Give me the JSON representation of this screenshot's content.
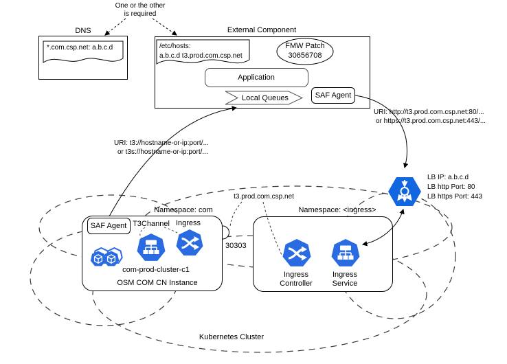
{
  "top_note": {
    "line1": "One or the other",
    "line2": "is required"
  },
  "dns": {
    "title": "DNS",
    "record": "*.com.csp.net: a.b.c.d"
  },
  "external": {
    "title": "External Component",
    "hosts_line1": "/etc/hosts:",
    "hosts_line2": "a.b.c.d t3.prod.com.csp.net",
    "patch_line1": "FMW Patch",
    "patch_line2": "30656708",
    "application": "Application",
    "local_queues": "Local Queues",
    "saf_agent": "SAF Agent"
  },
  "uris": {
    "t3_line1": "URI: t3://hostname-or-ip:port/...",
    "t3_line2": "or t3s://hostname-or-ip:port/...",
    "http_line1": "URI: http://t3.prod.com.csp.net:80/...",
    "http_line2": "or https://t3.prod.com.csp.net:443/..."
  },
  "load_balancer": {
    "line1": "LB IP: a.b.c.d",
    "line2": "LB http Port: 80",
    "line3": "LB https Port: 443",
    "icon": "load-balancer-icon"
  },
  "com_namespace": {
    "title": "Namespace: com",
    "saf_agent": "SAF Agent",
    "t3channel": "T3Channel",
    "ingress": "Ingress",
    "cluster_name": "com-prod-cluster-c1",
    "instance_name": "OSM COM CN Instance",
    "node_port": "30303",
    "dns_name": "t3.prod.com.csp.net",
    "icons": [
      "k8s-service-icon",
      "k8s-ingress-icon",
      "k8s-pod-icon",
      "k8s-pod-icon"
    ]
  },
  "ingress_namespace": {
    "title": "Namespace: <ingress>",
    "controller_line1": "Ingress",
    "controller_line2": "Controller",
    "service_line1": "Ingress",
    "service_line2": "Service",
    "icons": [
      "k8s-ingress-icon",
      "k8s-service-icon"
    ]
  },
  "cluster_label": "Kubernetes Cluster",
  "colors": {
    "icon_blue": "#2B6BE2",
    "lb_blue": "#1266E0",
    "line_black": "#000000"
  }
}
